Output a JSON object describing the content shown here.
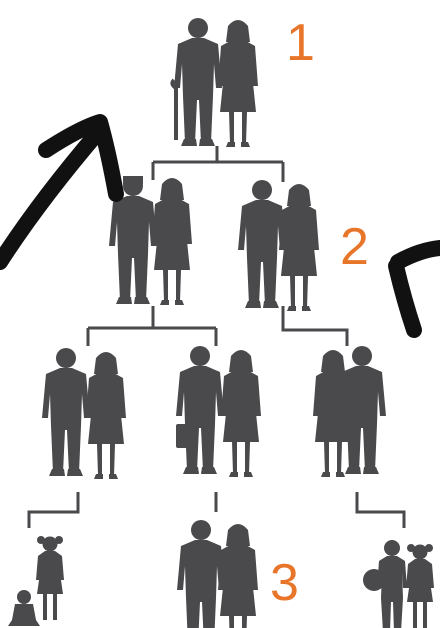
{
  "labels": {
    "generation_1": "1",
    "generation_2": "2",
    "generation_3": "3"
  },
  "colors": {
    "label": "#e8762a",
    "figures": "#4a4a4c",
    "arrows": "#111111",
    "background": "#ffffff"
  },
  "icons": {
    "figure": "person-silhouette-icon",
    "arrow": "hand-drawn-arrow-icon"
  }
}
